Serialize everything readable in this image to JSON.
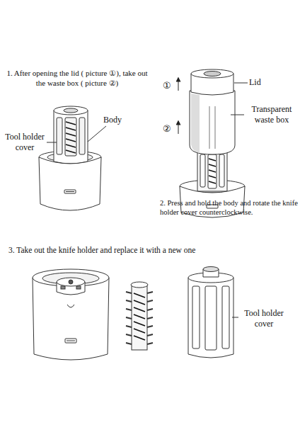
{
  "diagram": {
    "labels": [
      "1. After opening the lid ( picture ①), take out the waste box ( picture ②)",
      "Body",
      "Tool holder cover",
      "①",
      "Lid",
      "Transparent waste box",
      "②",
      "2. Press and hold the body and rotate the knife holder cover counterclockwise.",
      "3. Take out the knife holder and replace it with a new one",
      "Tool holder cover"
    ]
  }
}
